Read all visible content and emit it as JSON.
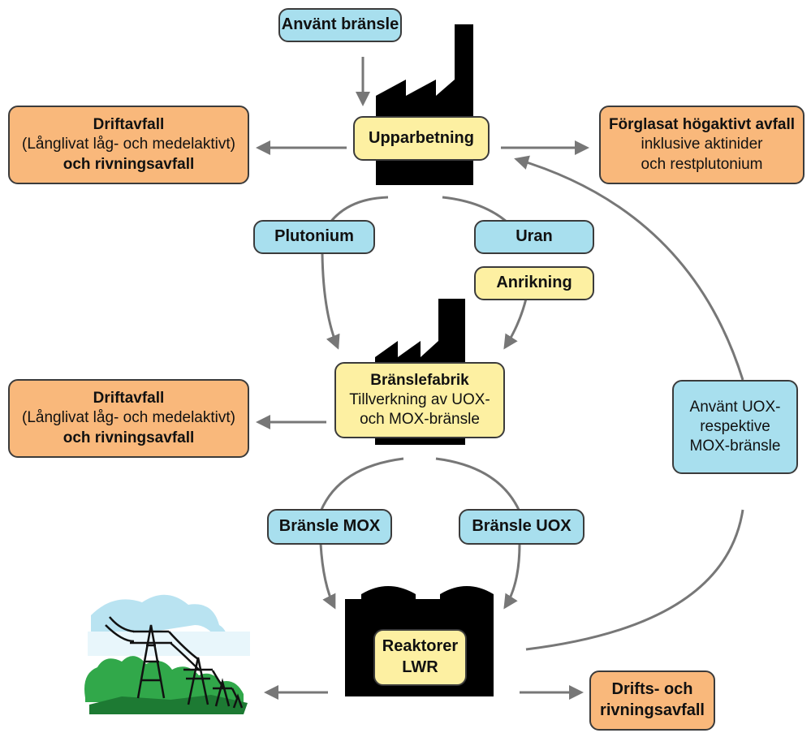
{
  "title": "",
  "nodes": {
    "spent_fuel": "Använt bränsle",
    "reprocessing": "Upparbetning",
    "waste_left_top": {
      "line1": "Driftavfall",
      "line2": "(Långlivat låg- och medelaktivt)",
      "line3": "och rivningsavfall"
    },
    "vitrified_waste": {
      "line1": "Förglasat högaktivt avfall",
      "line2": "inklusive aktinider",
      "line3": "och restplutonium"
    },
    "plutonium": "Plutonium",
    "uranium": "Uran",
    "enrichment": "Anrikning",
    "fuel_factory": {
      "line1": "Bränslefabrik",
      "line2": "Tillverkning av UOX-",
      "line3": "och MOX-bränsle"
    },
    "waste_left_mid": {
      "line1": "Driftavfall",
      "line2": "(Långlivat låg- och medelaktivt)",
      "line3": "och rivningsavfall"
    },
    "spent_uox_mox": {
      "line1": "Använt UOX-",
      "line2": "respektive",
      "line3": "MOX-bränsle"
    },
    "fuel_mox": "Bränsle MOX",
    "fuel_uox": "Bränsle UOX",
    "reactors": {
      "line1": "Reaktorer",
      "line2": "LWR"
    },
    "ops_waste": {
      "line1": "Drifts- och",
      "line2": "rivningsavfall"
    }
  },
  "colors": {
    "blue": "#a8dfee",
    "yellow": "#fdf0a2",
    "orange": "#f9b87b",
    "arrow": "#777777",
    "factory": "#000000"
  },
  "icons": [
    "factory-icon",
    "reactor-icon",
    "power-lines-icon"
  ]
}
